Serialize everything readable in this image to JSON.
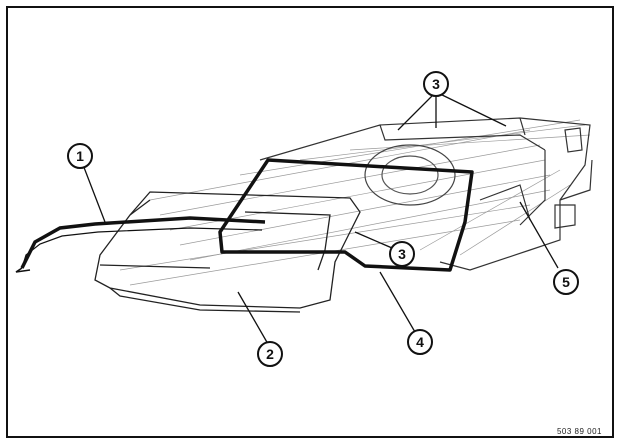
{
  "callouts": {
    "c1": "1",
    "c2": "2",
    "c3_top": "3",
    "c3_mid": "3",
    "c4": "4",
    "c5": "5"
  },
  "reference_code": "503 89 001",
  "colors": {
    "line": "#111111",
    "hatch": "#777777",
    "background": "#ffffff"
  }
}
